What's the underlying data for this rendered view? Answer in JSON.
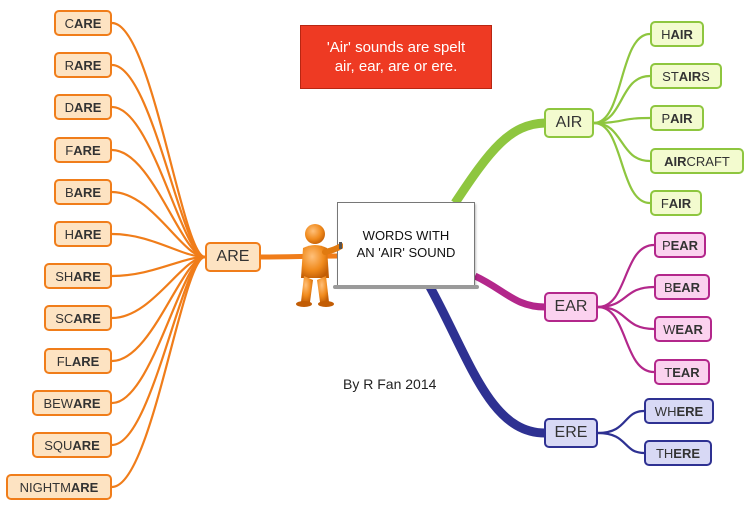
{
  "central": {
    "line1": "WORDS WITH",
    "line2": "AN 'AIR' SOUND"
  },
  "note": {
    "line1": "'Air' sounds are spelt",
    "line2": "air, ear, are or ere."
  },
  "credit": "By R Fan 2014",
  "icons": {
    "teacher": "teacher-figure-icon"
  },
  "colors": {
    "are": "#f07d1a",
    "air": "#8ec63f",
    "ear": "#b3278b",
    "ere": "#2e3192",
    "note": "#ee3a23"
  },
  "branches": {
    "are": {
      "label": "ARE",
      "words": [
        {
          "pre": "C",
          "bold": "ARE",
          "post": ""
        },
        {
          "pre": "R",
          "bold": "ARE",
          "post": ""
        },
        {
          "pre": "D",
          "bold": "ARE",
          "post": ""
        },
        {
          "pre": "F",
          "bold": "ARE",
          "post": ""
        },
        {
          "pre": "B",
          "bold": "ARE",
          "post": ""
        },
        {
          "pre": "H",
          "bold": "ARE",
          "post": ""
        },
        {
          "pre": "SH",
          "bold": "ARE",
          "post": ""
        },
        {
          "pre": "SC",
          "bold": "ARE",
          "post": ""
        },
        {
          "pre": "FL",
          "bold": "ARE",
          "post": ""
        },
        {
          "pre": "BEW",
          "bold": "ARE",
          "post": ""
        },
        {
          "pre": "SQU",
          "bold": "ARE",
          "post": ""
        },
        {
          "pre": "NIGHTM",
          "bold": "ARE",
          "post": ""
        }
      ]
    },
    "air": {
      "label": "AIR",
      "words": [
        {
          "pre": "H",
          "bold": "AIR",
          "post": ""
        },
        {
          "pre": "ST",
          "bold": "AIR",
          "post": "S"
        },
        {
          "pre": "P",
          "bold": "AIR",
          "post": ""
        },
        {
          "pre": "",
          "bold": "AIR",
          "post": "CRAFT"
        },
        {
          "pre": "F",
          "bold": "AIR",
          "post": ""
        }
      ]
    },
    "ear": {
      "label": "EAR",
      "words": [
        {
          "pre": "P",
          "bold": "EAR",
          "post": ""
        },
        {
          "pre": "B",
          "bold": "EAR",
          "post": ""
        },
        {
          "pre": "W",
          "bold": "EAR",
          "post": ""
        },
        {
          "pre": "T",
          "bold": "EAR",
          "post": ""
        }
      ]
    },
    "ere": {
      "label": "ERE",
      "words": [
        {
          "pre": "WH",
          "bold": "ERE",
          "post": ""
        },
        {
          "pre": "TH",
          "bold": "ERE",
          "post": ""
        }
      ]
    }
  }
}
